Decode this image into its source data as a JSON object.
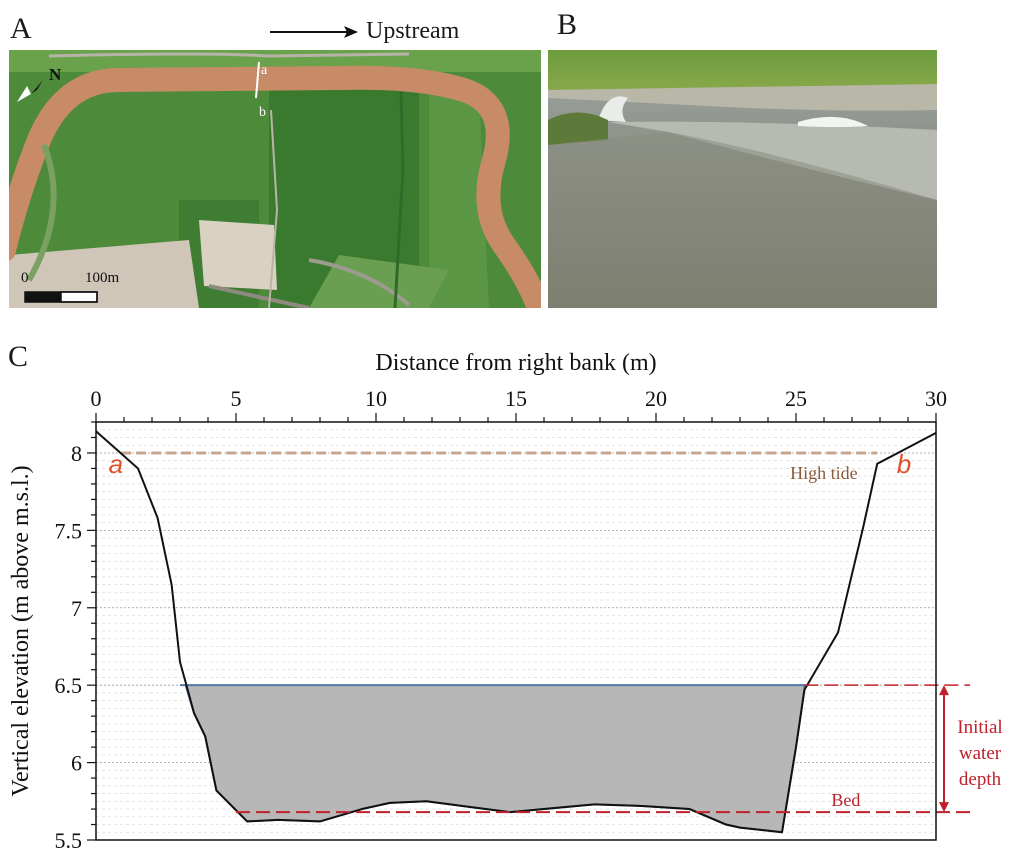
{
  "panels": {
    "a": "A",
    "b": "B",
    "c": "C"
  },
  "map": {
    "direction_label": "Upstream",
    "north_label": "N",
    "point_a": "a",
    "point_b": "b",
    "scale_start": "0",
    "scale_end": "100m",
    "colors": {
      "river": "#c78b68",
      "grass": "#4f8a3c",
      "field": "#d8d0c4"
    }
  },
  "chart_data": {
    "type": "area",
    "xlabel": "Distance from right bank (m)",
    "ylabel": "Vertical elevation (m above m.s.l.)",
    "xlim": [
      0,
      30
    ],
    "ylim": [
      5.5,
      8.2
    ],
    "xticks": [
      0,
      5,
      10,
      15,
      20,
      25,
      30
    ],
    "yticks": [
      5.5,
      6,
      6.5,
      7,
      7.5,
      8
    ],
    "x_axis_position": "top",
    "grid": true,
    "colors": {
      "profile": "#111111",
      "water_fill": "#b7b7b7",
      "water_edge": "#4d7aa6",
      "high_tide": "#c8a58e",
      "annotation": "#c0202a",
      "point_label": "#e0522a"
    },
    "profile": {
      "x": [
        0,
        1.5,
        2.2,
        2.7,
        3.0,
        3.2,
        3.5,
        3.9,
        4.3,
        5.4,
        6.5,
        8.0,
        9.5,
        10.5,
        11.8,
        13.5,
        14.8,
        16.0,
        17.8,
        19.5,
        21.2,
        22.5,
        23.0,
        24.5,
        25.0,
        25.3,
        26.5,
        27.4,
        27.9,
        30.0
      ],
      "y": [
        8.14,
        7.9,
        7.58,
        7.15,
        6.65,
        6.52,
        6.32,
        6.17,
        5.82,
        5.62,
        5.63,
        5.62,
        5.7,
        5.74,
        5.75,
        5.71,
        5.68,
        5.7,
        5.73,
        5.72,
        5.7,
        5.6,
        5.58,
        5.55,
        6.1,
        6.47,
        6.84,
        7.52,
        7.93,
        8.13
      ]
    },
    "water": {
      "surface": 6.5,
      "x_start": 3.0,
      "x_end": 25.3
    },
    "high_tide": {
      "elevation": 8.0,
      "label": "High tide"
    },
    "bed": {
      "elevation": 5.68,
      "label": "Bed"
    },
    "initial_depth_label": [
      "Initial",
      "water",
      "depth"
    ],
    "point_labels": {
      "left": "a",
      "right": "b"
    }
  }
}
